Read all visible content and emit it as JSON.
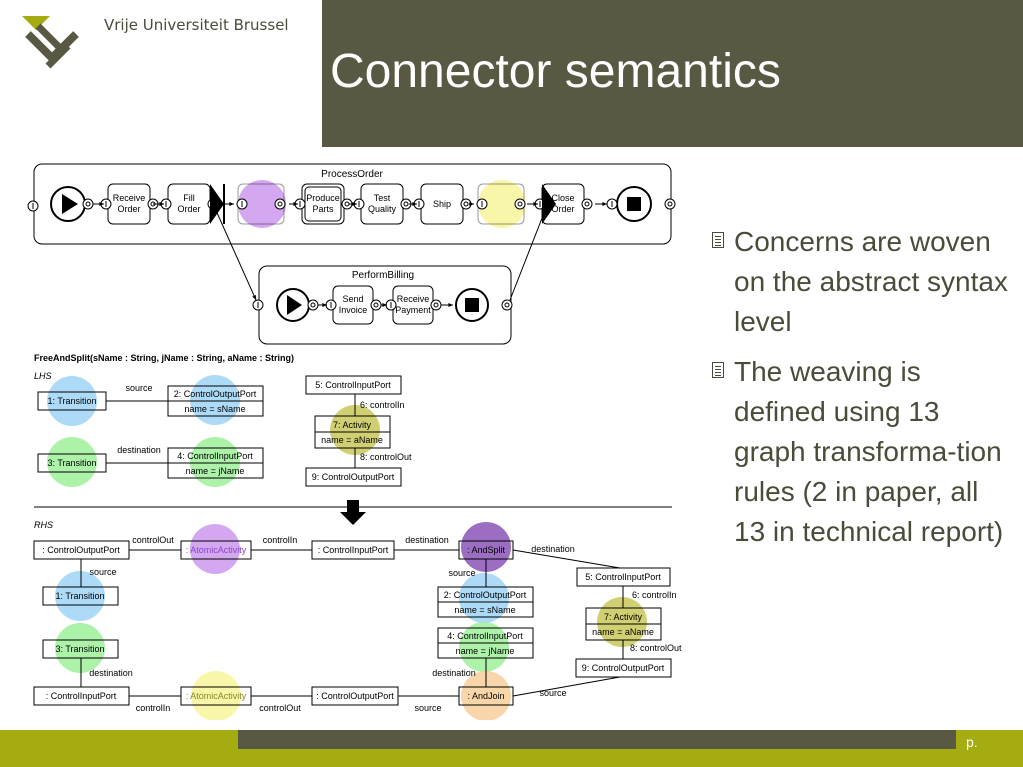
{
  "header": {
    "university": "Vrije Universiteit Brussel",
    "title": "Connector semantics"
  },
  "bullets": [
    "Concerns are woven on the abstract syntax level",
    "The weaving is defined using 13 graph transforma-tion rules (2 in paper, all 13 in technical report)"
  ],
  "footer": {
    "page_label": "p."
  },
  "colors": {
    "title_bg": "#595943",
    "footer_green": "#a5ac12",
    "text": "#4b4b3a",
    "blue": "#9ed4f6",
    "green": "#9ef09a",
    "purple": "#cc99ee",
    "yellow": "#f7f59a",
    "olive": "#c8c85a",
    "dark_purple": "#8a55b8",
    "orange": "#f7cf9a"
  },
  "diagram": {
    "process_order": {
      "title": "ProcessOrder",
      "activities": [
        "Receive Order",
        "Fill Order",
        "Produce Parts",
        "Test Quality",
        "Ship",
        "Close Order"
      ]
    },
    "perform_billing": {
      "title": "PerformBilling",
      "activities": [
        "Send Invoice",
        "Receive Payment"
      ]
    },
    "rule_signature": "FreeAndSplit(sName : String, jName : String, aName : String)",
    "lhs": {
      "label": "LHS",
      "transition1": "1: Transition",
      "source": "source",
      "output_port": "2: ControlOutputPort",
      "output_attr": "name = sName",
      "transition3": "3: Transition",
      "destination": "destination",
      "input_port": "4: ControlInputPort",
      "input_attr": "name = jName",
      "cip5": "5: ControlInputPort",
      "control_in": "6: controlIn",
      "activity": "7: Activity",
      "activity_attr": "name = aName",
      "control_out": "8: controlOut",
      "cop9": "9: ControlOutputPort"
    },
    "rhs": {
      "label": "RHS",
      "cop_top_left": ": ControlOutputPort",
      "control_out_top": "controlOut",
      "atomic_top": ": AtomicActivity",
      "control_in_top": "controlIn",
      "cip_top": ": ControlInputPort",
      "destination_top": "destination",
      "and_split": ": AndSplit",
      "destination_split": "destination",
      "cip5": "5: ControlInputPort",
      "control_in_6": "6: controlIn",
      "source_split": "source",
      "output_port": "2: ControlOutputPort",
      "output_attr": "name = sName",
      "activity": "7: Activity",
      "activity_attr": "name = aName",
      "input_port": "4: ControlInputPort",
      "input_attr": "name = jName",
      "control_out_8": "8: controlOut",
      "cop9": "9: ControlOutputPort",
      "source_t1": "source",
      "transition1": "1: Transition",
      "transition3": "3: Transition",
      "destination_t3": "destination",
      "destination_join": "destination",
      "cip_bottom_left": ": ControlInputPort",
      "control_in_bottom": "controlIn",
      "atomic_bottom": ": AtomicActivity",
      "control_out_bottom": "controlOut",
      "cop_bottom": ": ControlOutputPort",
      "source_bottom": "source",
      "and_join": ": AndJoin",
      "source_join": "source"
    }
  }
}
